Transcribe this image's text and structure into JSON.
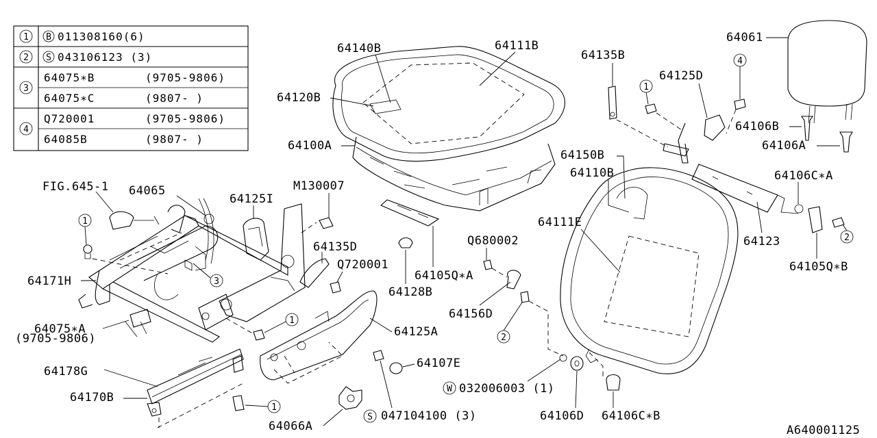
{
  "legend_table": {
    "rows": [
      {
        "num": "1",
        "marker": "B",
        "text": "011308160(6)"
      },
      {
        "num": "2",
        "marker": "S",
        "text": "043106123 (3)"
      },
      {
        "num": "3",
        "part_a": "64075∗B",
        "range_a": "(9705-9806)",
        "part_b": "64075∗C",
        "range_b": "(9807-     )"
      },
      {
        "num": "4",
        "part_a": "Q720001",
        "range_a": "(9705-9806)",
        "part_b": "64085B",
        "range_b": "(9807-     )"
      }
    ]
  },
  "labels": {
    "p64140B": "64140B",
    "p64111B": "64111B",
    "p64120B": "64120B",
    "p64100A": "64100A",
    "p64135B": "64135B",
    "p64125D": "64125D",
    "p64061": "64061",
    "p64106B": "64106B",
    "p64106A": "64106A",
    "p64150B": "64150B",
    "p64110B": "64110B",
    "p64106CA": "64106C∗A",
    "p64111E": "64111E",
    "p64123": "64123",
    "p64105QB": "64105Q∗B",
    "fig6451": "FIG.645-1",
    "p64065": "64065",
    "p64125I": "64125I",
    "m130007": "M130007",
    "p64171H": "64171H",
    "p64135D": "64135D",
    "q720001": "Q720001",
    "q680002": "Q680002",
    "p64105QA": "64105Q∗A",
    "p64128B": "64128B",
    "p64156D": "64156D",
    "p64075A": "64075∗A",
    "range9705": "(9705-9806)",
    "p64125A": "64125A",
    "p64107E": "64107E",
    "p64178G": "64178G",
    "w032006003": "032006003 (1)",
    "p64170B": "64170B",
    "s047104100": "047104100 (3)",
    "p64066A": "64066A",
    "p64106D": "64106D",
    "p64106CB": "64106C∗B",
    "footer_code": "A640001125"
  },
  "callouts": {
    "c1": "1",
    "c2": "2",
    "c3": "3",
    "c4": "4",
    "w": "W",
    "s": "S"
  }
}
